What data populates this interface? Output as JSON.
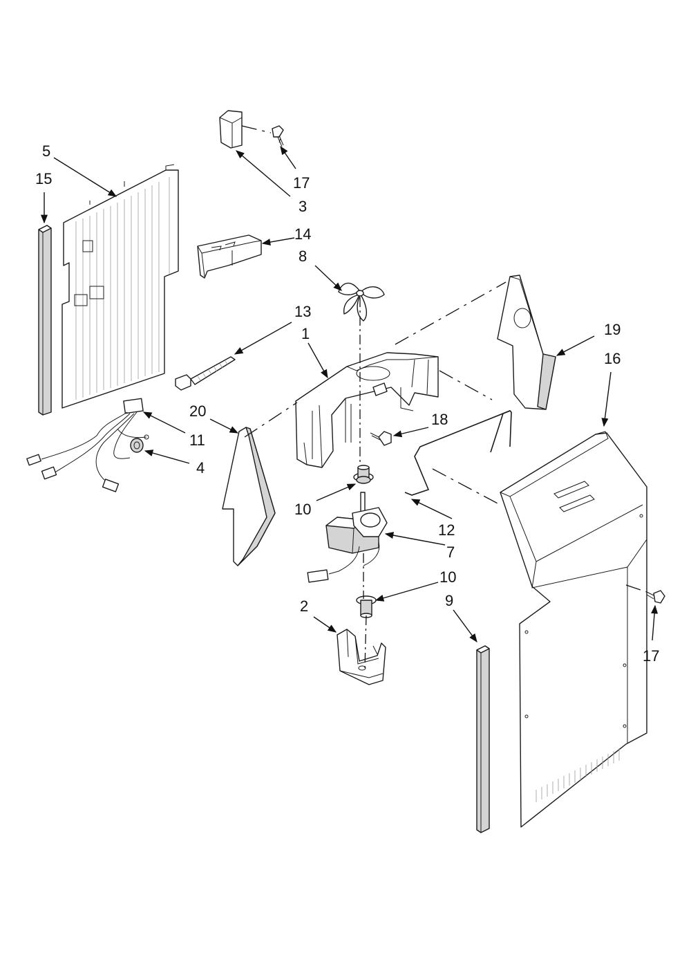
{
  "diagram": {
    "callouts": {
      "c1": "1",
      "c2": "2",
      "c3": "3",
      "c4": "4",
      "c5": "5",
      "c7": "7",
      "c8": "8",
      "c9": "9",
      "c10a": "10",
      "c10b": "10",
      "c11": "11",
      "c12": "12",
      "c13": "13",
      "c14": "14",
      "c15": "15",
      "c16": "16",
      "c17a": "17",
      "c17b": "17",
      "c18": "18",
      "c19": "19",
      "c20": "20"
    },
    "colors": {
      "line": "#1a1a1a",
      "shade": "#d4d4d4",
      "background": "#ffffff"
    }
  }
}
